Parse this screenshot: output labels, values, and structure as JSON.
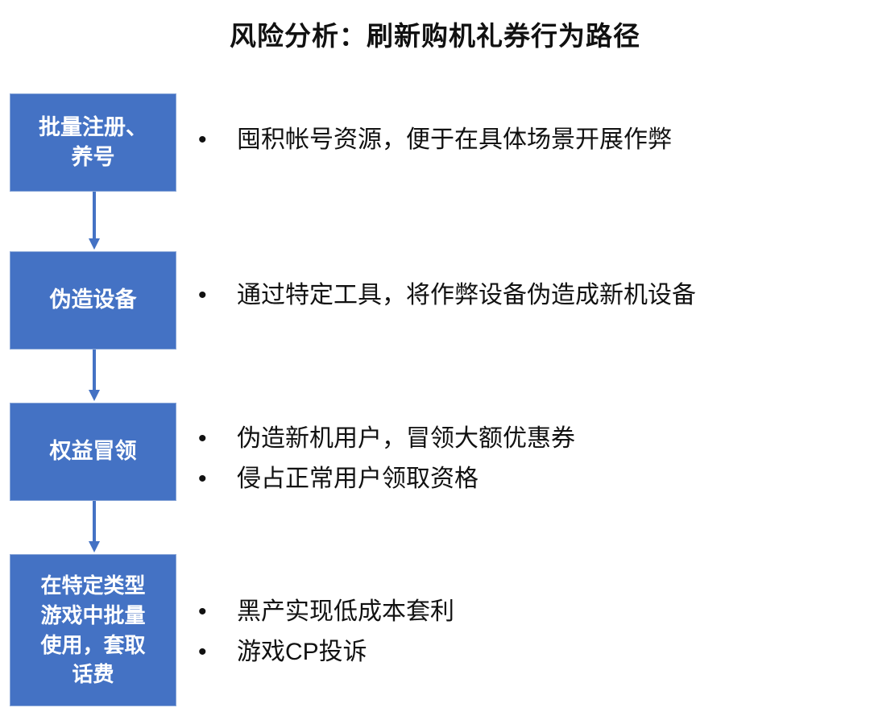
{
  "slide": {
    "title": "风险分析：刷新购机礼券行为路径",
    "background_color": "#FFFFFF",
    "accent_color": "#4472C4",
    "text_color": "#111111",
    "box_text_color": "#FFFFFF"
  },
  "flow": {
    "stages": [
      {
        "id": "stage-1",
        "label": "批量注册、\n养号"
      },
      {
        "id": "stage-2",
        "label": "伪造设备"
      },
      {
        "id": "stage-3",
        "label": "权益冒领"
      },
      {
        "id": "stage-4",
        "label": "在特定类型\n游戏中批量\n使用，套取\n话费"
      }
    ],
    "connectors": [
      {
        "id": "connector-1",
        "icon": "down-arrow-icon"
      },
      {
        "id": "connector-2",
        "icon": "down-arrow-icon"
      },
      {
        "id": "connector-3",
        "icon": "down-arrow-icon"
      }
    ]
  },
  "bullet_groups": [
    {
      "id": "bullets-1",
      "marker": "•",
      "items": [
        "囤积帐号资源，便于在具体场景开展作弊"
      ]
    },
    {
      "id": "bullets-2",
      "marker": "•",
      "items": [
        "通过特定工具，将作弊设备伪造成新机设备"
      ]
    },
    {
      "id": "bullets-3",
      "marker": "•",
      "items": [
        "伪造新机用户，冒领大额优惠券",
        "侵占正常用户领取资格"
      ]
    },
    {
      "id": "bullets-4",
      "marker": "•",
      "items": [
        "黑产实现低成本套利",
        "游戏CP投诉"
      ]
    }
  ]
}
